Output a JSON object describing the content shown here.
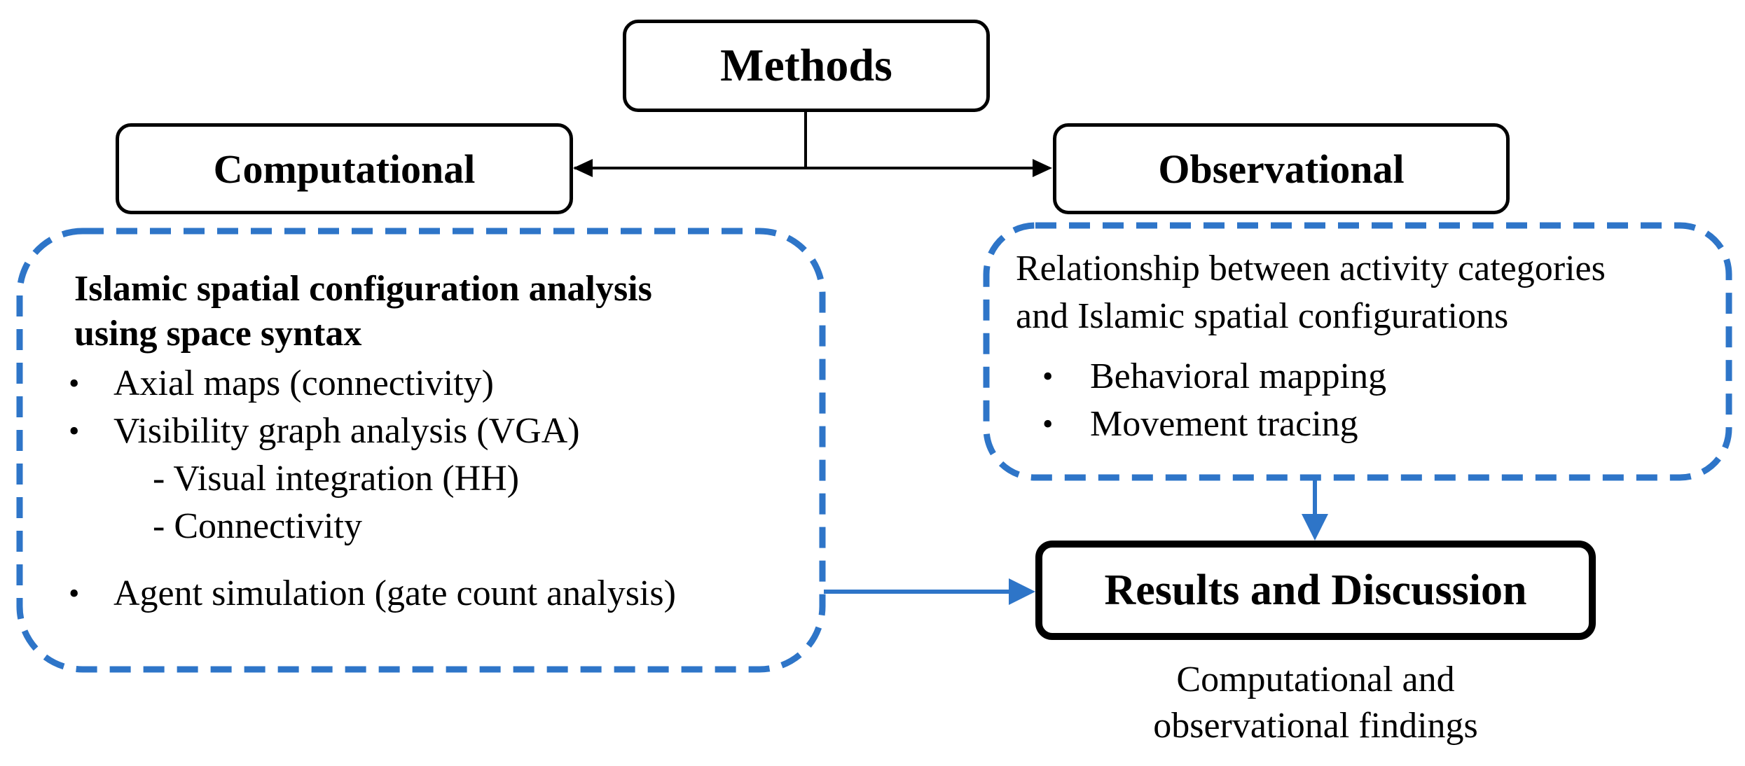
{
  "title": "Methods",
  "branches": {
    "left": "Computational",
    "right": "Observational"
  },
  "computational_panel": {
    "heading_line1": "Islamic spatial configuration analysis",
    "heading_line2": "using space syntax",
    "items": [
      "Axial maps (connectivity)",
      "Visibility  graph analysis (VGA)",
      "- Visual integration (HH)",
      "- Connectivity",
      "Agent simulation (gate count analysis)"
    ]
  },
  "observational_panel": {
    "line1": "Relationship between activity  categories",
    "line2": "and Islamic  spatial  configurations",
    "items": [
      "Behavioral mapping",
      "Movement tracing"
    ]
  },
  "results": {
    "label": "Results and Discussion",
    "caption_line1": "Computational and",
    "caption_line2": "observational findings"
  },
  "colors": {
    "outline": "#000000",
    "dash_blue": "#2E75C8",
    "arrow_blue": "#2E75C8"
  }
}
